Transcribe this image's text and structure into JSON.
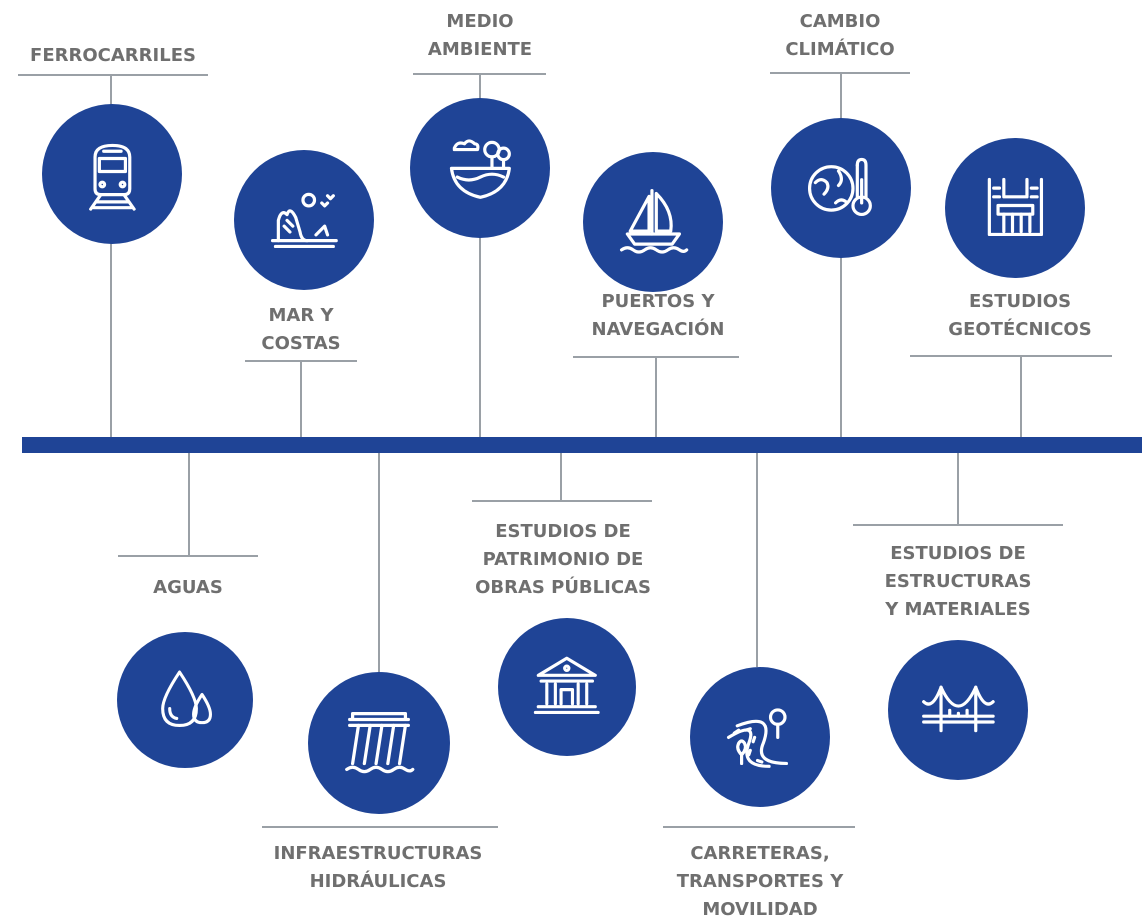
{
  "colors": {
    "primary": "#1f4496",
    "connector": "#9aa0a6",
    "label": "#6f6f6f"
  },
  "nodes": {
    "ferrocarriles": {
      "lines": [
        "FERROCARRILES"
      ],
      "icon": "train-icon"
    },
    "mar_costas": {
      "lines": [
        "MAR Y",
        "COSTAS"
      ],
      "icon": "coast-icon"
    },
    "medio_ambiente": {
      "lines": [
        "MEDIO",
        "AMBIENTE"
      ],
      "icon": "environment-icon"
    },
    "puertos": {
      "lines": [
        "PUERTOS Y",
        "NAVEGACIÓN"
      ],
      "icon": "sailboat-icon"
    },
    "cambio_climatico": {
      "lines": [
        "CAMBIO",
        "CLIMÁTICO"
      ],
      "icon": "globe-thermometer-icon"
    },
    "geotecnicos": {
      "lines": [
        "ESTUDIOS",
        "GEOTÉCNICOS"
      ],
      "icon": "foundation-icon"
    },
    "aguas": {
      "lines": [
        "AGUAS"
      ],
      "icon": "water-drops-icon"
    },
    "hidraulicas": {
      "lines": [
        "INFRAESTRUCTURAS",
        "HIDRÁULICAS"
      ],
      "icon": "dam-icon"
    },
    "patrimonio": {
      "lines": [
        "ESTUDIOS DE",
        "PATRIMONIO DE",
        "OBRAS PÚBLICAS"
      ],
      "icon": "classical-building-icon"
    },
    "carreteras": {
      "lines": [
        "CARRETERAS,",
        "TRANSPORTES Y",
        "MOVILIDAD"
      ],
      "icon": "road-icon"
    },
    "estructuras": {
      "lines": [
        "ESTUDIOS DE",
        "ESTRUCTURAS",
        "Y MATERIALES"
      ],
      "icon": "bridge-icon"
    }
  }
}
